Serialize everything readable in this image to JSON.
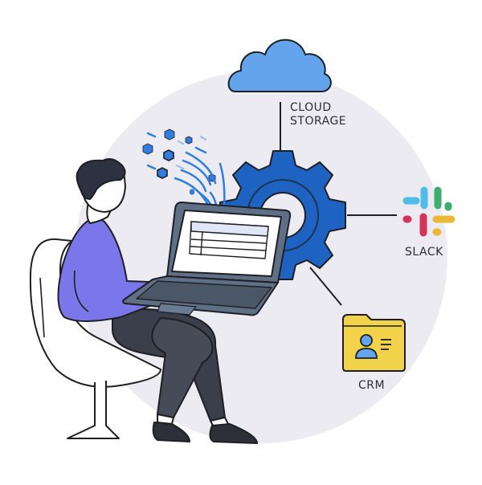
{
  "illustration": {
    "title": "Integration hub: user syncing data from laptop to connected services",
    "colors": {
      "background_circle": "#ecebf1",
      "gear": "#1f63c2",
      "cloud": "#64a4ec",
      "shirt": "#7b76e9",
      "pants": "#3b3f4b",
      "laptop": "#5f7086",
      "folder": "#f2d24a",
      "outline": "#1d1f24",
      "data_stream": "#2f7de1"
    },
    "hub": {
      "icon": "gear-icon"
    },
    "nodes": [
      {
        "id": "cloud-storage",
        "icon": "cloud-icon",
        "label_line1": "CLOUD",
        "label_line2": "STORAGE"
      },
      {
        "id": "slack",
        "icon": "slack-logo-icon",
        "label": "SLACK",
        "logo_colors": {
          "blue": "#4fbde8",
          "green": "#3ead6f",
          "red": "#d8325a",
          "yellow": "#ecb937"
        }
      },
      {
        "id": "crm",
        "icon": "crm-folder-icon",
        "label": "CRM"
      }
    ],
    "person": {
      "activity": "typing on laptop",
      "seat": "chair"
    },
    "laptop_screen": {
      "content": "table",
      "rows": 4,
      "columns": 2
    }
  }
}
